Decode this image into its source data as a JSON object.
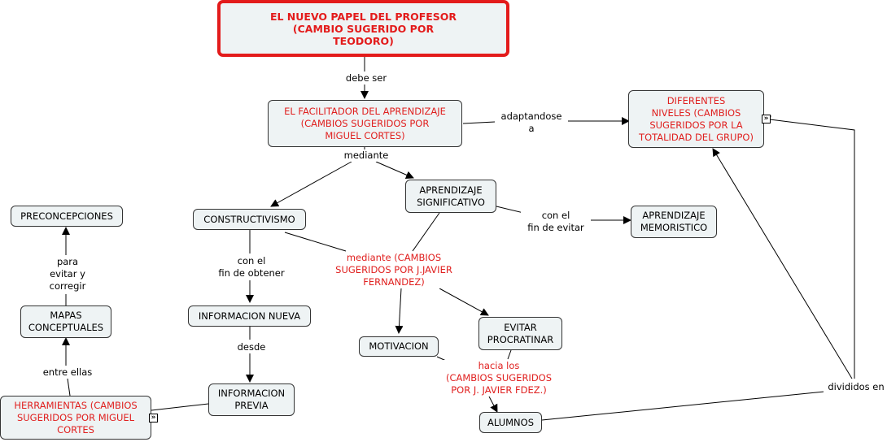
{
  "nodes": {
    "root": "EL NUEVO PAPEL DEL PROFESOR\n(CAMBIO SUGERIDO POR\nTEODORO)",
    "facilitador": "EL FACILITADOR DEL APRENDIZAJE\n(CAMBIOS SUGERIDOS POR\nMIGUEL CORTES)",
    "niveles": "DIFERENTES\nNIVELES (CAMBIOS\nSUGERIDOS POR LA\nTOTALIDAD DEL GRUPO)",
    "significativo": "APRENDIZAJE\nSIGNIFICATIVO",
    "memoristico": "APRENDIZAJE\nMEMORISTICO",
    "constructivismo": "CONSTRUCTIVISMO",
    "preconcepciones": "PRECONCEPCIONES",
    "mapas": "MAPAS\nCONCEPTUALES",
    "info_nueva": "INFORMACION NUEVA",
    "motivacion": "MOTIVACION",
    "evitar_procrastinar": "EVITAR\nPROCRATINAR",
    "info_previa": "INFORMACION\nPREVIA",
    "herramientas": "HERRAMIENTAS (CAMBIOS\nSUGERIDOS POR MIGUEL\nCORTES",
    "alumnos": "ALUMNOS"
  },
  "links": {
    "debe_ser": "debe ser",
    "adaptandose": "adaptandose\na",
    "mediante": "mediante",
    "con_fin_evitar": "con el\nfin de evitar",
    "mediante_javier": "mediante (CAMBIOS\nSUGERIDOS POR J.JAVIER\nFERNANDEZ)",
    "con_fin_obtener": "con el\nfin de obtener",
    "desde": "desde",
    "para_evitar": "para\nevitar y\ncorregir",
    "entre_ellas": "entre ellas",
    "hacia_los": "hacia los\n(CAMBIOS SUGERIDOS\nPOR J. JAVIER FDEZ.)",
    "divididos_en": "divididos en"
  },
  "icons": {
    "expand": "»"
  },
  "colors": {
    "node_fill": "#eef3f4",
    "accent_red": "#e31b1b",
    "line": "#000000"
  }
}
